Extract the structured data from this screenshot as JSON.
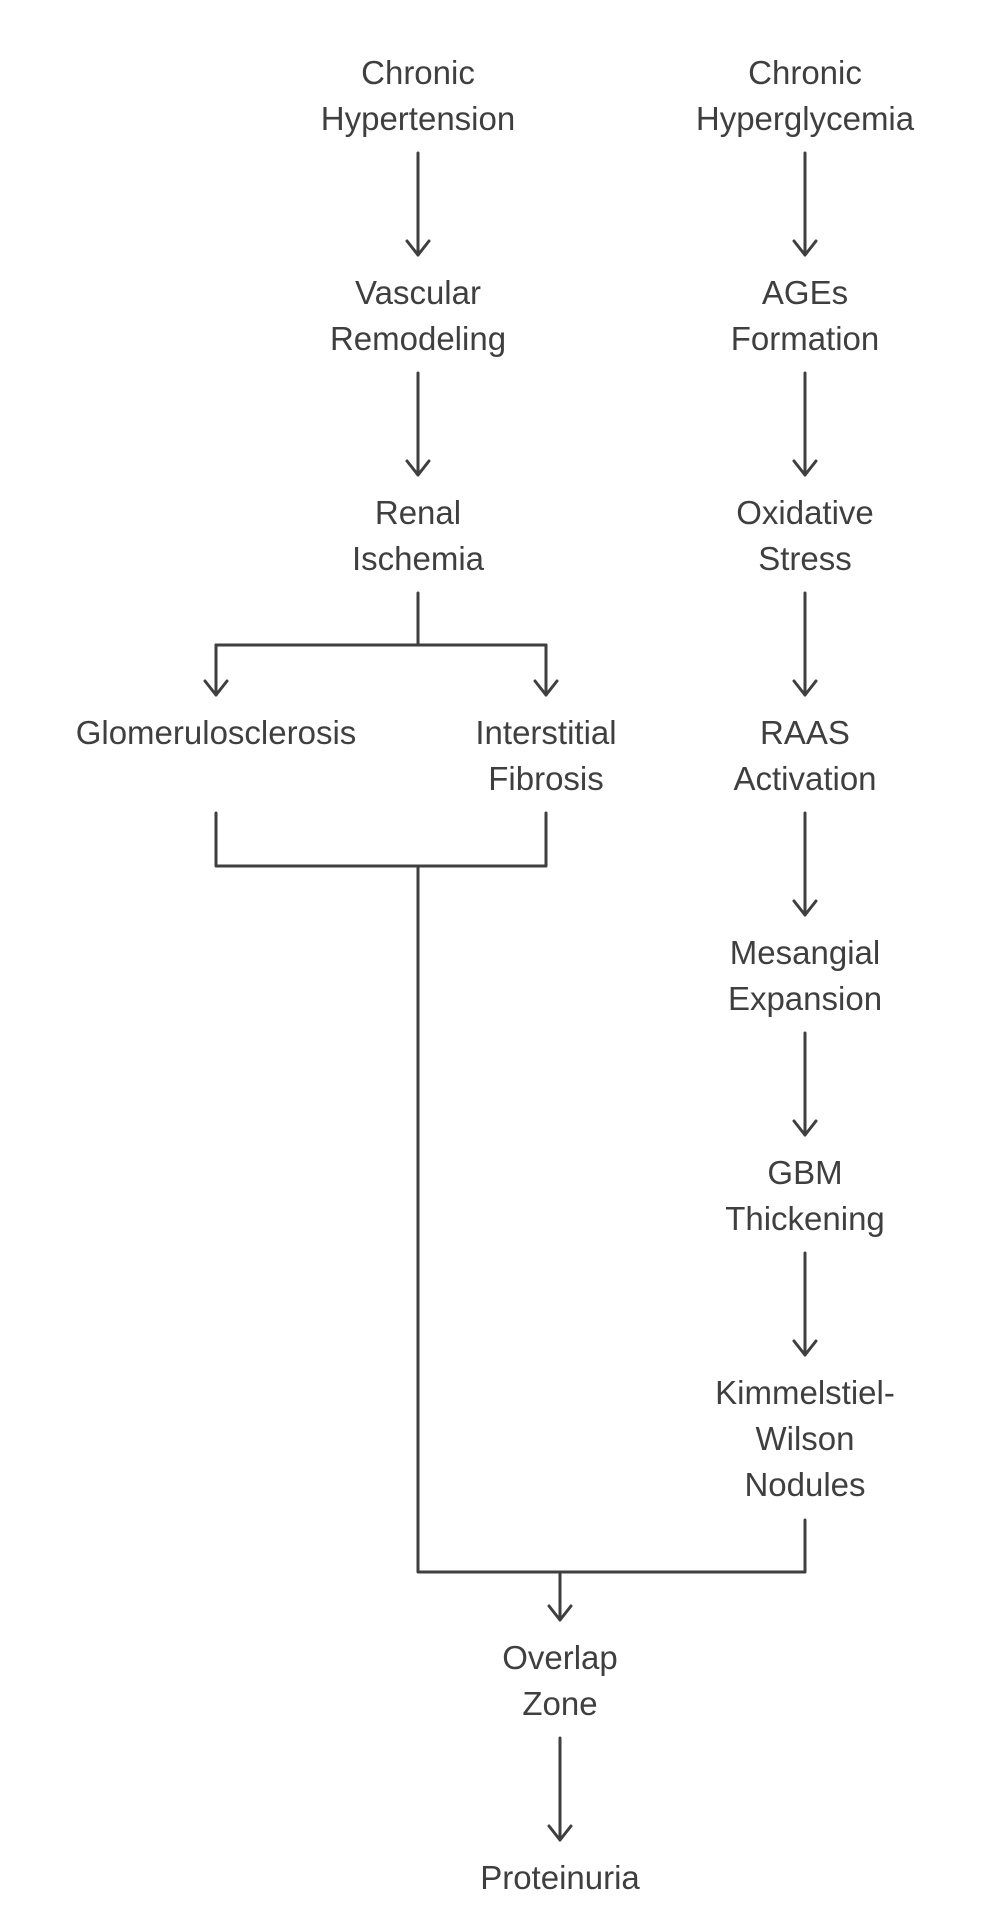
{
  "diagram": {
    "nodes": {
      "chronic_hypertension": [
        "Chronic",
        "Hypertension"
      ],
      "chronic_hyperglycemia": [
        "Chronic",
        "Hyperglycemia"
      ],
      "vascular_remodeling": [
        "Vascular",
        "Remodeling"
      ],
      "ages_formation": [
        "AGEs",
        "Formation"
      ],
      "renal_ischemia": [
        "Renal",
        "Ischemia"
      ],
      "oxidative_stress": [
        "Oxidative",
        "Stress"
      ],
      "glomerulosclerosis": [
        "Glomerulosclerosis"
      ],
      "interstitial_fibrosis": [
        "Interstitial",
        "Fibrosis"
      ],
      "raas_activation": [
        "RAAS",
        "Activation"
      ],
      "mesangial_expansion": [
        "Mesangial",
        "Expansion"
      ],
      "gbm_thickening": [
        "GBM",
        "Thickening"
      ],
      "kimmelstiel_wilson": [
        "Kimmelstiel-",
        "Wilson",
        "Nodules"
      ],
      "overlap_zone": [
        "Overlap",
        "Zone"
      ],
      "proteinuria": [
        "Proteinuria"
      ]
    },
    "edges": [
      [
        "chronic_hypertension",
        "vascular_remodeling"
      ],
      [
        "vascular_remodeling",
        "renal_ischemia"
      ],
      [
        "renal_ischemia",
        "glomerulosclerosis"
      ],
      [
        "renal_ischemia",
        "interstitial_fibrosis"
      ],
      [
        "glomerulosclerosis",
        "overlap_zone"
      ],
      [
        "interstitial_fibrosis",
        "overlap_zone"
      ],
      [
        "chronic_hyperglycemia",
        "ages_formation"
      ],
      [
        "ages_formation",
        "oxidative_stress"
      ],
      [
        "oxidative_stress",
        "raas_activation"
      ],
      [
        "raas_activation",
        "mesangial_expansion"
      ],
      [
        "mesangial_expansion",
        "gbm_thickening"
      ],
      [
        "gbm_thickening",
        "kimmelstiel_wilson"
      ],
      [
        "kimmelstiel_wilson",
        "overlap_zone"
      ],
      [
        "overlap_zone",
        "proteinuria"
      ]
    ]
  }
}
